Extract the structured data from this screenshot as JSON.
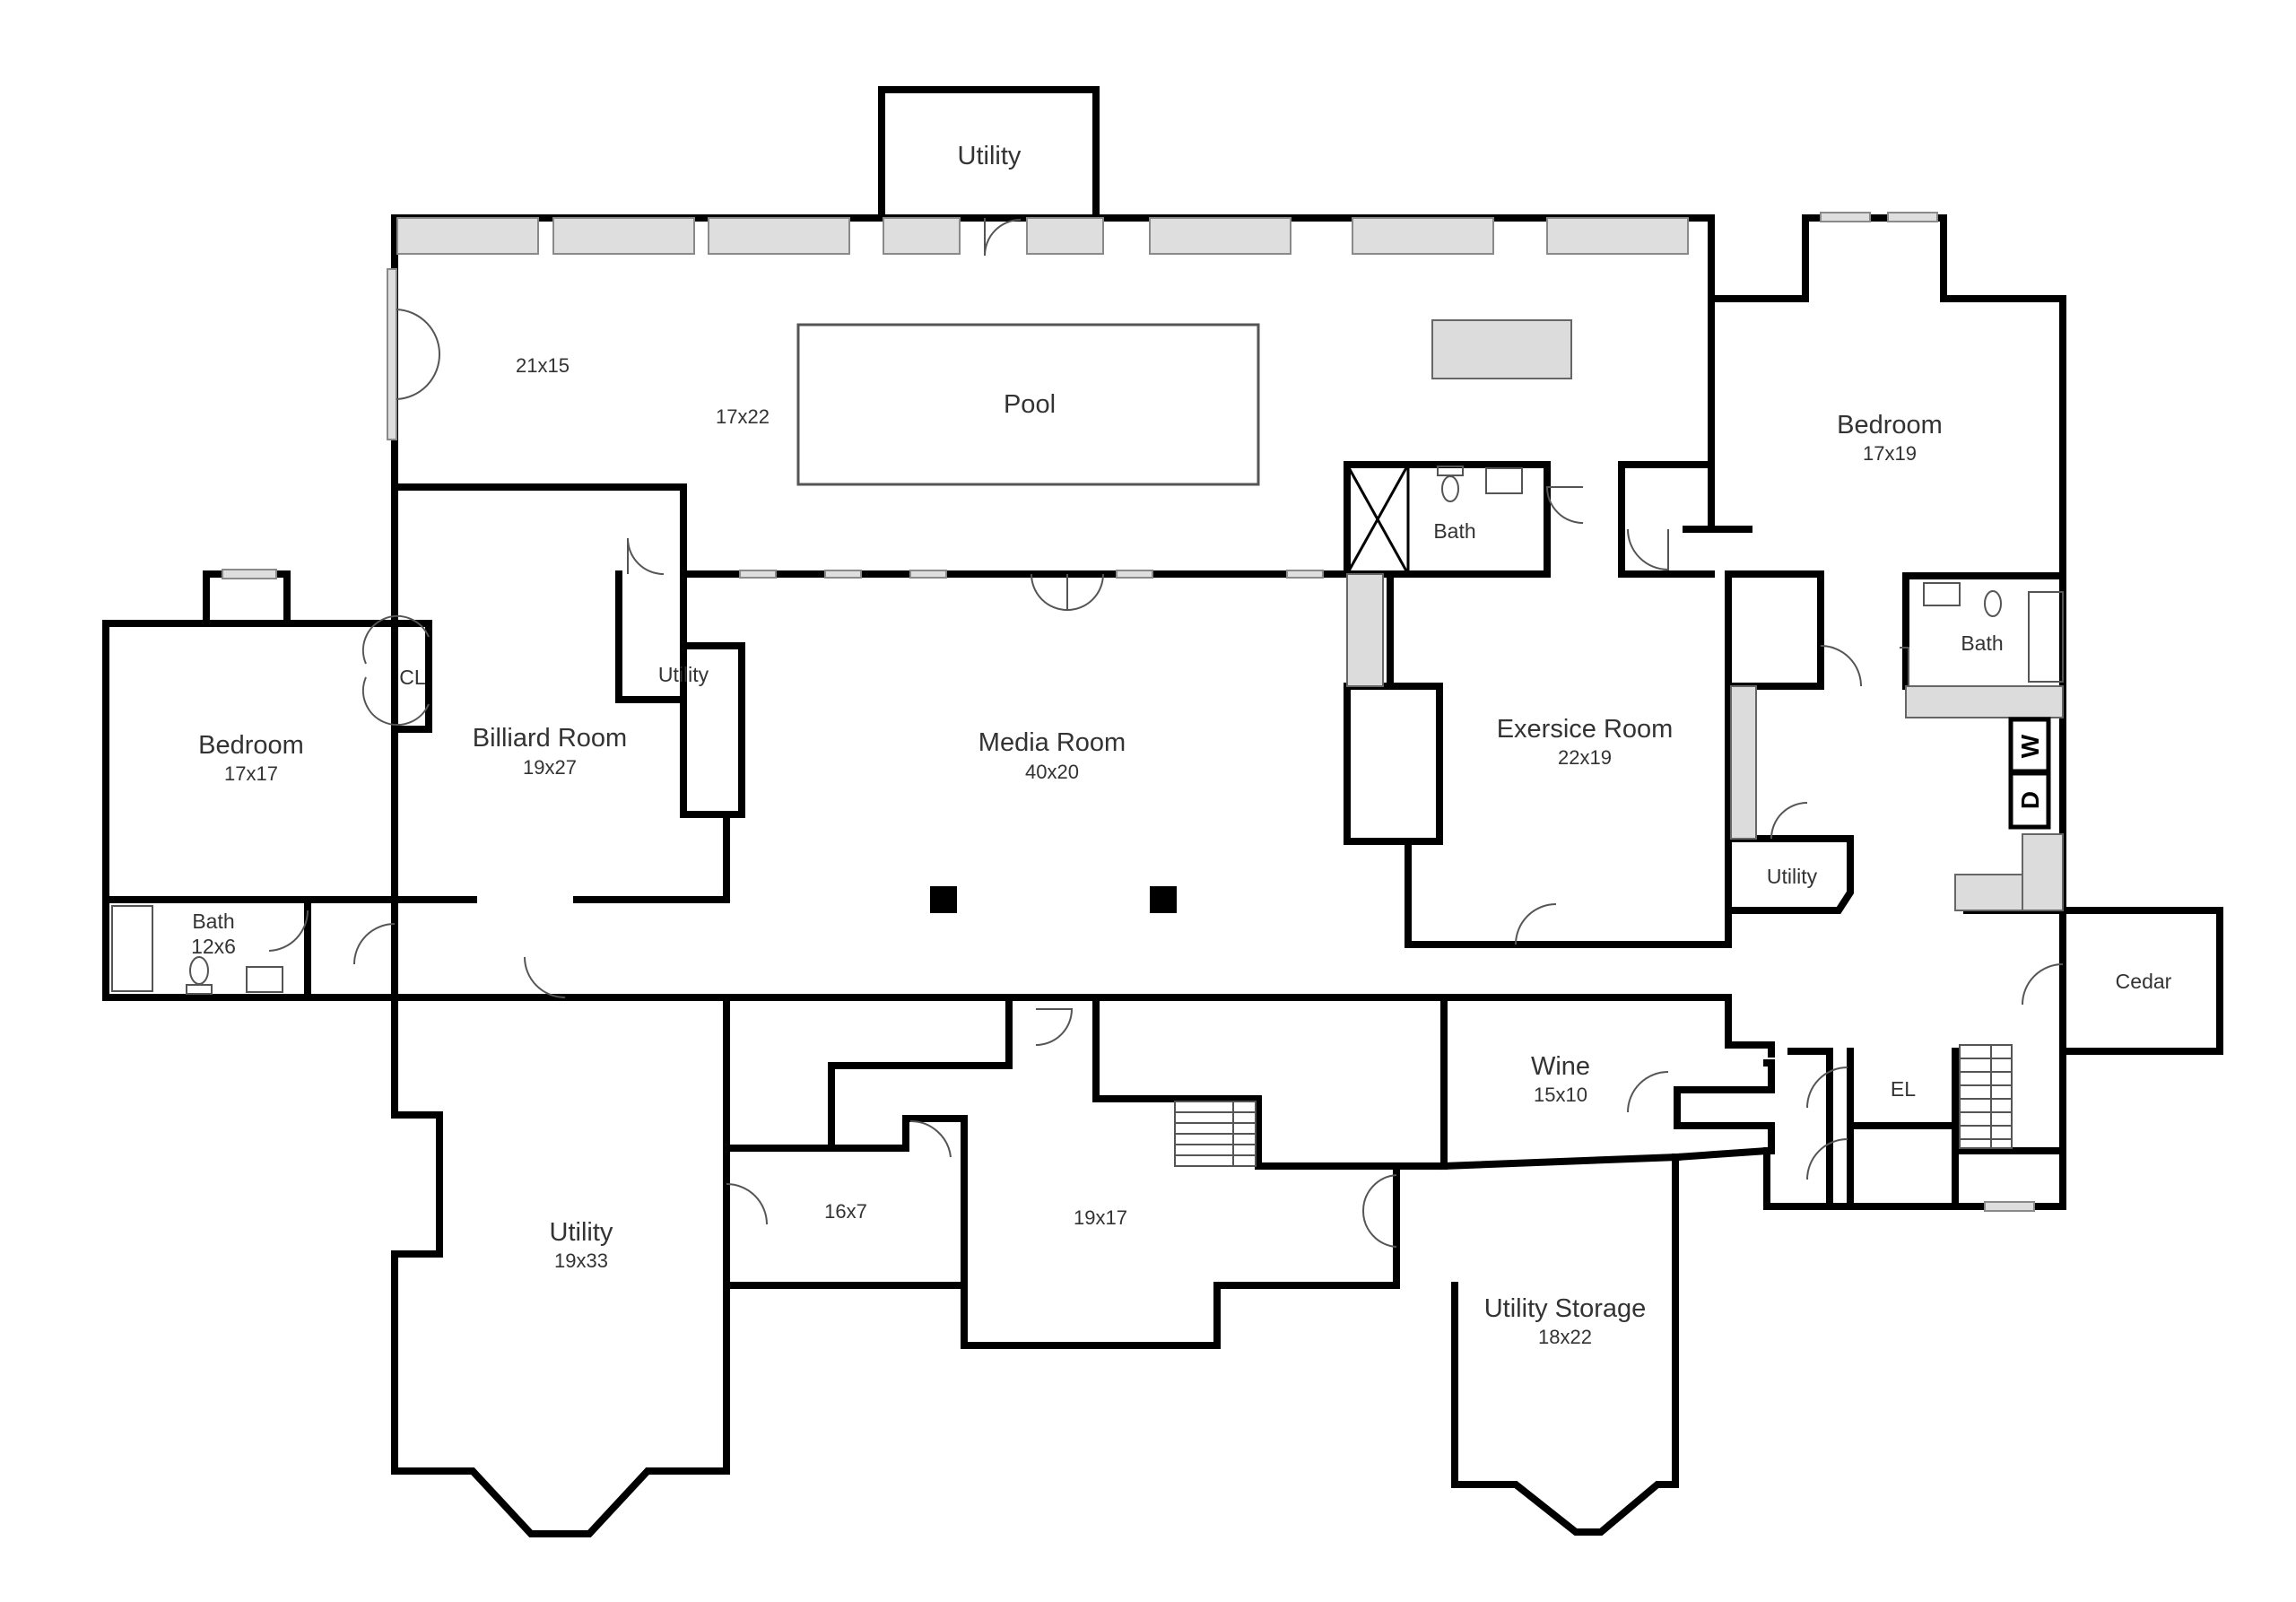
{
  "colors": {
    "wall": "#000000",
    "fixture": "#dcdcdc",
    "label": "#333333",
    "background": "#ffffff"
  },
  "rooms": {
    "utility_top": {
      "name": "Utility"
    },
    "pool_area_a": {
      "dim": "21x15"
    },
    "pool_area_b": {
      "dim": "17x22"
    },
    "pool": {
      "name": "Pool"
    },
    "bedroom_left": {
      "name": "Bedroom",
      "dim": "17x17"
    },
    "closet": {
      "name": "CL"
    },
    "billiard": {
      "name": "Billiard Room",
      "dim": "19x27"
    },
    "utility_billiard": {
      "name": "Utility"
    },
    "media": {
      "name": "Media Room",
      "dim": "40x20"
    },
    "bath_pool": {
      "name": "Bath"
    },
    "exercise": {
      "name": "Exersice Room",
      "dim": "22x19"
    },
    "bedroom_right": {
      "name": "Bedroom",
      "dim": "17x19"
    },
    "bath_right": {
      "name": "Bath"
    },
    "utility_kitchen": {
      "name": "Utility"
    },
    "washer": {
      "name": "W"
    },
    "dryer": {
      "name": "D"
    },
    "bath_left": {
      "name": "Bath",
      "dim": "12x6"
    },
    "cedar": {
      "name": "Cedar"
    },
    "wine": {
      "name": "Wine",
      "dim": "15x10"
    },
    "elevator": {
      "name": "EL"
    },
    "utility_large": {
      "name": "Utility",
      "dim": "19x33"
    },
    "room_16x7": {
      "dim": "16x7"
    },
    "room_19x17": {
      "dim": "19x17"
    },
    "utility_storage": {
      "name": "Utility Storage",
      "dim": "18x22"
    }
  }
}
